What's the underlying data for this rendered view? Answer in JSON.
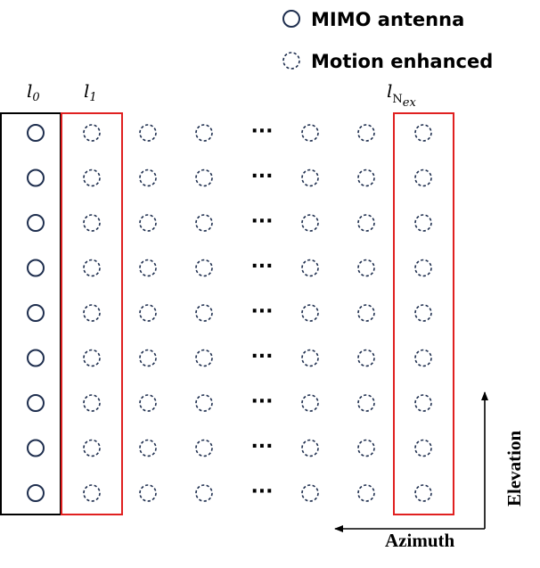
{
  "legend": {
    "mimo_label": "MIMO antenna",
    "motion_label": "Motion enhanced"
  },
  "labels": {
    "l0": {
      "main": "l",
      "sub": "0"
    },
    "l1": {
      "main": "l",
      "sub": "1"
    },
    "lN": {
      "main": "l",
      "sub_upright": "N",
      "sub_italic": "ex"
    }
  },
  "axes": {
    "elevation": "Elevation",
    "azimuth": "Azimuth"
  },
  "ellipsis": "···",
  "grid": {
    "rows": 9,
    "columns": [
      {
        "kind": "mimo"
      },
      {
        "kind": "motion"
      },
      {
        "kind": "motion"
      },
      {
        "kind": "motion"
      },
      {
        "kind": "ellipsis"
      },
      {
        "kind": "motion"
      },
      {
        "kind": "motion"
      },
      {
        "kind": "motion"
      }
    ]
  },
  "colors": {
    "circle_stroke": "#1f2f4f",
    "mimo_box": "#000000",
    "highlight_box": "#e02020",
    "axis": "#000000"
  }
}
